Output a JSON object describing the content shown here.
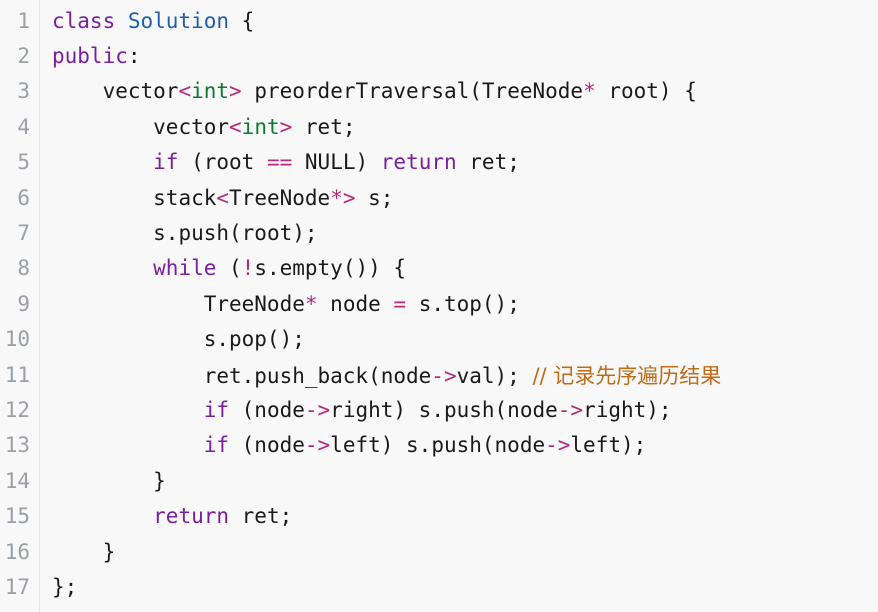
{
  "editor": {
    "line_numbers": [
      "1",
      "2",
      "3",
      "4",
      "5",
      "6",
      "7",
      "8",
      "9",
      "10",
      "11",
      "12",
      "13",
      "14",
      "15",
      "16",
      "17"
    ]
  },
  "code": {
    "l1": {
      "kw": "class",
      "name": "Solution",
      "rest": " {"
    },
    "l2": {
      "kw": "public",
      "rest": ":"
    },
    "l3": {
      "indent": "    ",
      "t1": "vector",
      "lt": "<",
      "ty": "int",
      "gt": ">",
      "rest1": " preorderTraversal(TreeNode",
      "star": "*",
      "rest2": " root) {"
    },
    "l4": {
      "indent": "        ",
      "t1": "vector",
      "lt": "<",
      "ty": "int",
      "gt": ">",
      "rest": " ret;"
    },
    "l5": {
      "indent": "        ",
      "kw1": "if",
      "rest1": " (root ",
      "eq": "==",
      "rest2": " NULL) ",
      "kw2": "return",
      "rest3": " ret;"
    },
    "l6": {
      "indent": "        ",
      "t1": "stack",
      "lt": "<",
      "ty": "TreeNode",
      "star": "*",
      "gt": ">",
      "rest": " s;"
    },
    "l7": {
      "indent": "        ",
      "rest": "s.push(root);"
    },
    "l8": {
      "indent": "        ",
      "kw": "while",
      "rest1": " (",
      "bang": "!",
      "rest2": "s.empty()) {"
    },
    "l9": {
      "indent": "            ",
      "t1": "TreeNode",
      "star": "*",
      "rest1": " node ",
      "eq": "=",
      "rest2": " s.top();"
    },
    "l10": {
      "indent": "            ",
      "rest": "s.pop();"
    },
    "l11": {
      "indent": "            ",
      "rest1": "ret.push_back(node",
      "arrow": "->",
      "rest2": "val); ",
      "comment": "// 记录先序遍历结果"
    },
    "l12": {
      "indent": "            ",
      "kw": "if",
      "rest1": " (node",
      "arrow1": "->",
      "rest2": "right) s.push(node",
      "arrow2": "->",
      "rest3": "right);"
    },
    "l13": {
      "indent": "            ",
      "kw": "if",
      "rest1": " (node",
      "arrow1": "->",
      "rest2": "left) s.push(node",
      "arrow2": "->",
      "rest3": "left);"
    },
    "l14": {
      "indent": "        ",
      "rest": "}"
    },
    "l15": {
      "indent": "        ",
      "kw": "return",
      "rest": " ret;"
    },
    "l16": {
      "indent": "    ",
      "rest": "}"
    },
    "l17": {
      "rest": "};"
    }
  }
}
